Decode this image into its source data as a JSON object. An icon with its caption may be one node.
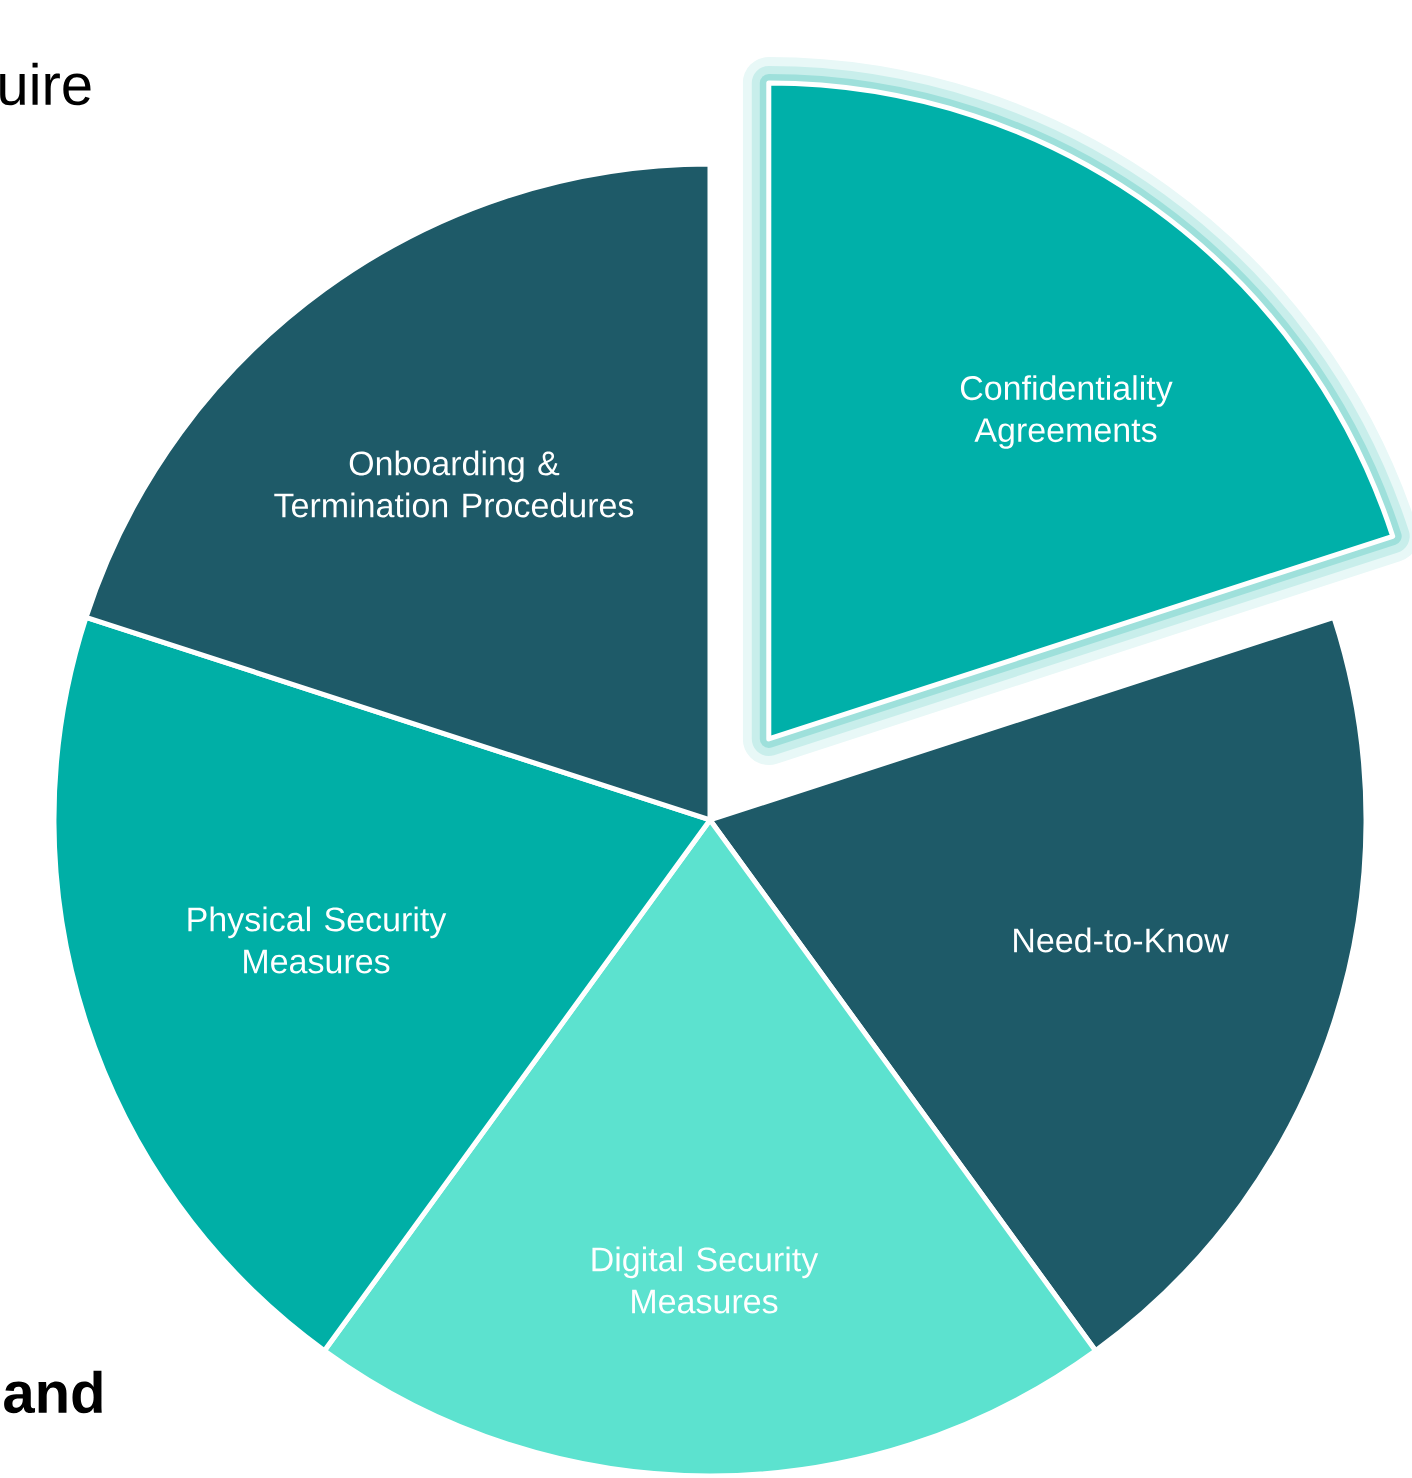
{
  "diagram": {
    "nodes": [
      {
        "text": [
          "Confidentiality Agreements"
        ]
      },
      {
        "text": [
          "Need-to-Know"
        ]
      },
      {
        "text": [
          "Digital Security Measures"
        ]
      },
      {
        "text": [
          "Physical Security Measures"
        ]
      },
      {
        "text": [
          "Onboarding & Termination Procedures"
        ]
      }
    ],
    "labels": [
      "uire",
      "and"
    ]
  }
}
